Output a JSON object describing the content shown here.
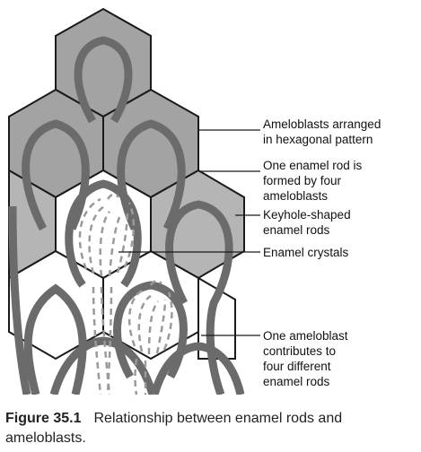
{
  "colors": {
    "cell_fill": "#a3a3a3",
    "rod_stroke": "#6b6b6b",
    "outline": "#1a1a1a",
    "crystal": "#9a9a9a",
    "background": "#ffffff"
  },
  "labels": {
    "hexagonal": "Ameloblasts arranged\nin hexagonal pattern",
    "four_ameloblasts": "One enamel rod is\nformed by four\nameloblasts",
    "keyhole": "Keyhole-shaped\nenamel rods",
    "crystals": "Enamel crystals",
    "contributes": "One ameloblast\ncontributes to\nfour different\nenamel rods"
  },
  "caption": {
    "number": "Figure 35.1",
    "text": "Relationship between enamel rods and ameloblasts."
  }
}
